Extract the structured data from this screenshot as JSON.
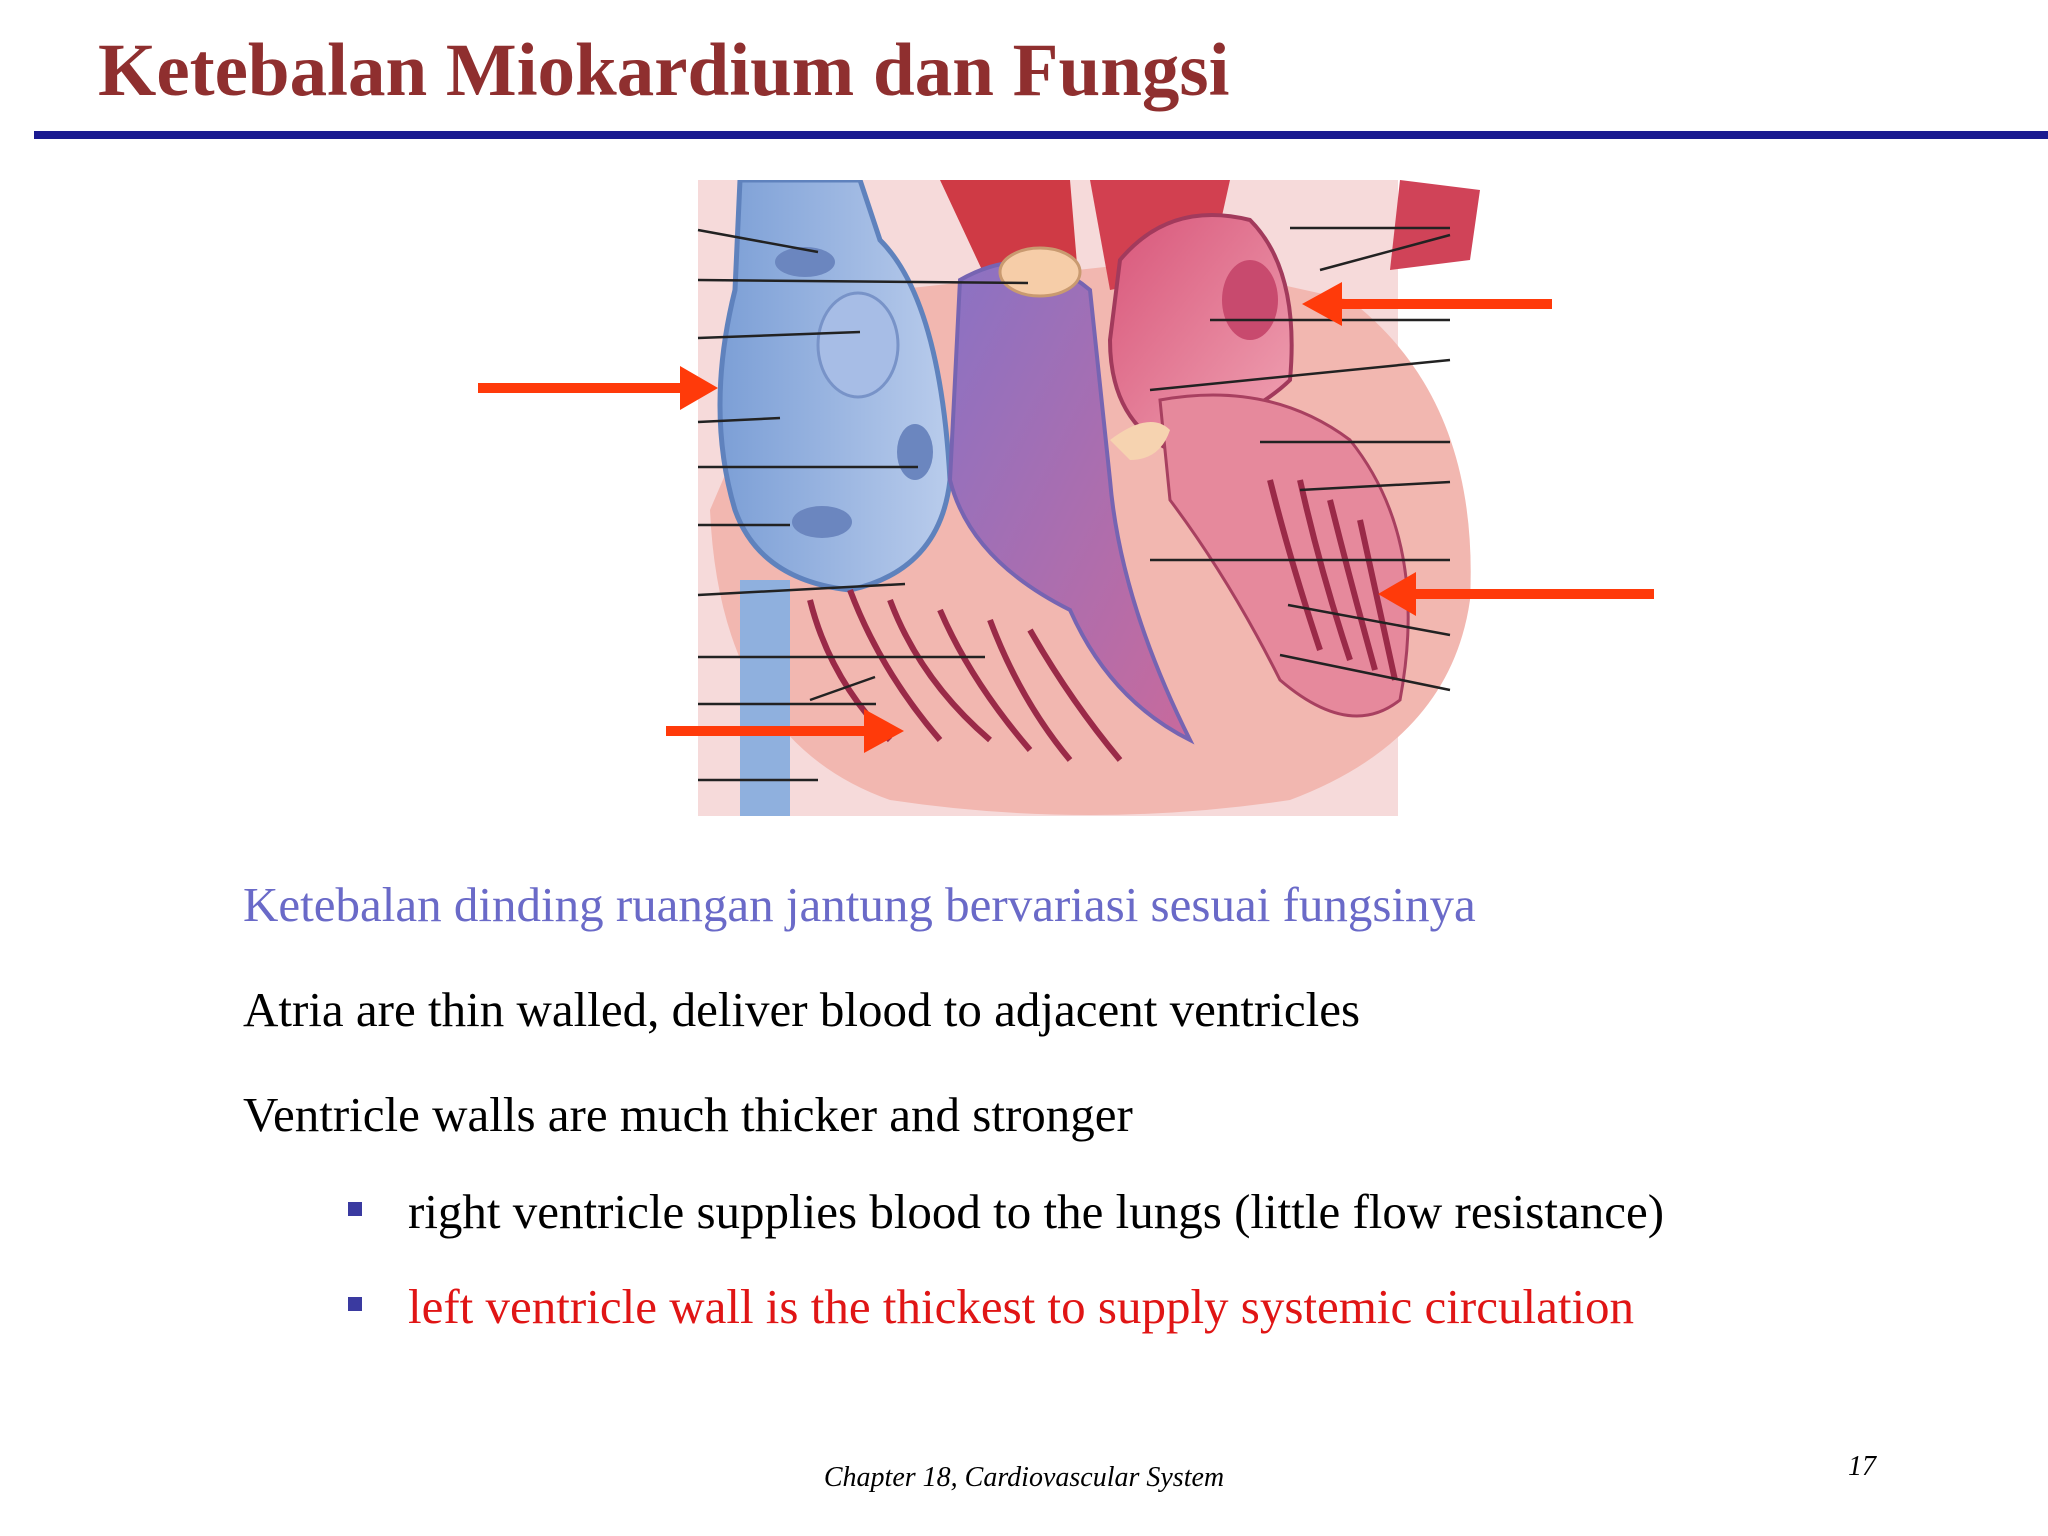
{
  "title": "Ketebalan Miokardium dan Fungsi",
  "lead": "Ketebalan dinding ruangan jantung bervariasi sesuai fungsinya",
  "points": [
    "Atria are thin walled, deliver blood to adjacent ventricles",
    "Ventricle walls are much thicker and stronger"
  ],
  "bullets": [
    "right ventricle supplies blood to the lungs (little flow resistance)",
    "left ventricle wall is the thickest to supply systemic circulation"
  ],
  "footer": "Chapter 18, Cardiovascular System",
  "page_number": "17",
  "colors": {
    "title": "#8f2f2f",
    "rule": "#1a1a90",
    "lead": "#6a6ac8",
    "highlight": "#e01515",
    "arrow": "#ff3a0a",
    "bullet": "#3a3aa0"
  }
}
